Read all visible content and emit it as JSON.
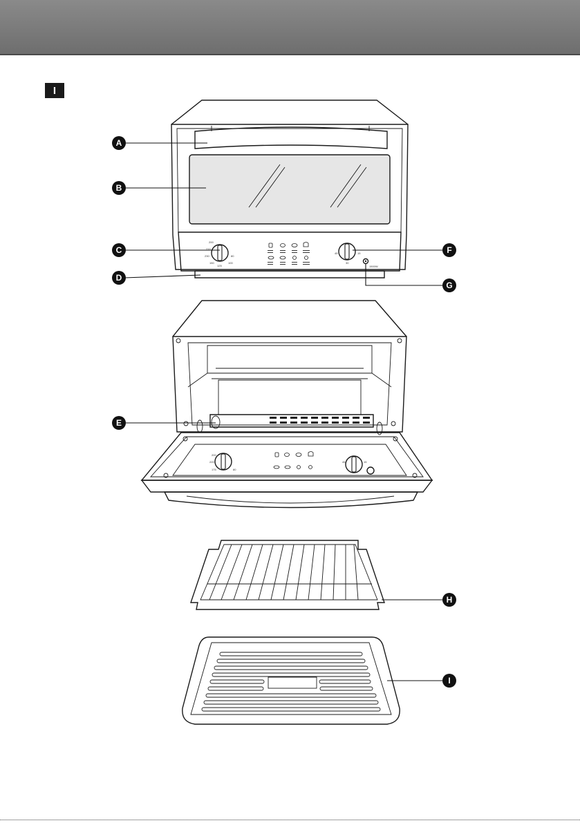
{
  "section_marker": "I",
  "callouts": [
    {
      "id": "callout-a",
      "letter": "A"
    },
    {
      "id": "callout-b",
      "letter": "B"
    },
    {
      "id": "callout-c",
      "letter": "C"
    },
    {
      "id": "callout-d",
      "letter": "D"
    },
    {
      "id": "callout-e",
      "letter": "E"
    },
    {
      "id": "callout-f",
      "letter": "F"
    },
    {
      "id": "callout-g",
      "letter": "G"
    },
    {
      "id": "callout-h",
      "letter": "H"
    },
    {
      "id": "callout-i",
      "letter": "I"
    }
  ],
  "colors": {
    "header": "#7a7a7a",
    "ink": "#111111",
    "glass": "#e6e6e6"
  },
  "icons": [
    "oven-closed-illustration",
    "oven-open-illustration",
    "wire-rack-illustration",
    "baking-tray-illustration"
  ]
}
